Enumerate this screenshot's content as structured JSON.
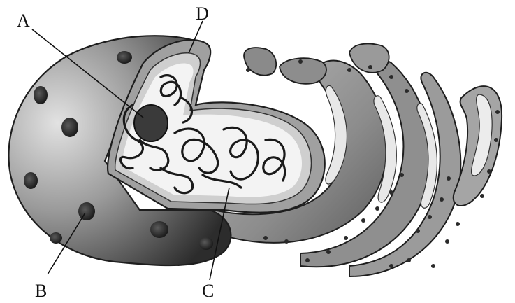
{
  "labels": {
    "a": "A",
    "b": "B",
    "c": "C",
    "d": "D"
  },
  "colors": {
    "ink": "#1e1e1e",
    "nucleus_shadow": "#3a3a3a",
    "nucleus_light": "#d8d8d8",
    "membrane": "#8a8a8a",
    "lumen": "#f1f1f1",
    "cisterna": "#9c9c9c"
  }
}
